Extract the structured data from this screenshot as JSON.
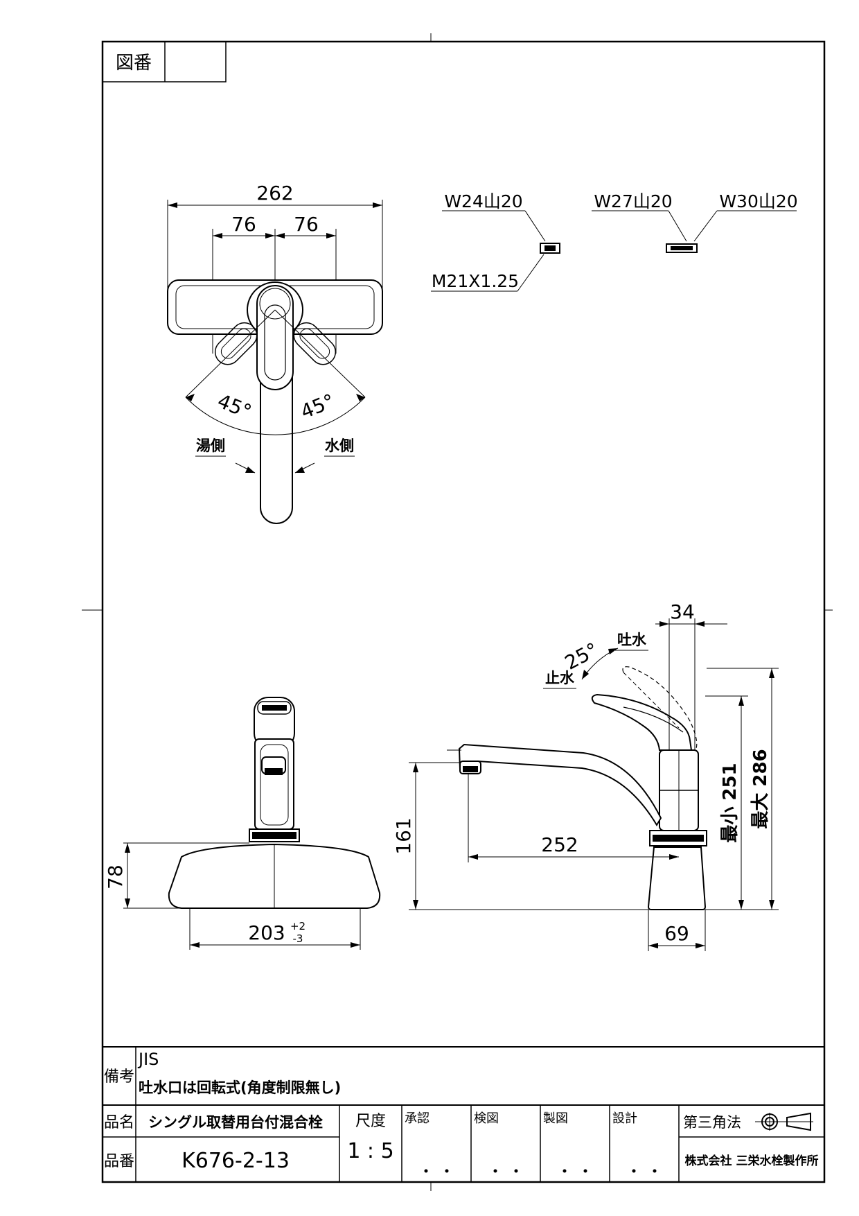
{
  "drawing_no_label": "図番",
  "drawing_no_value": "",
  "dims": {
    "width_total": "262",
    "left_76": "76",
    "right_76": "76",
    "angle_left": "45°",
    "angle_right": "45°",
    "hot_side": "湯側",
    "cold_side": "水側",
    "nut_w24": "W24山20",
    "nut_m21": "M21X1.25",
    "nut_w27": "W27山20",
    "nut_w30": "W30山20",
    "top_34": "34",
    "lever_angle": "25°",
    "outlet_label": "吐水",
    "stop_label": "止水",
    "spout_161": "161",
    "spout_252": "252",
    "min_251": "最小 251",
    "max_286": "最大 286",
    "base_69": "69",
    "base_78": "78",
    "base_203": "203",
    "tol_plus": "+2",
    "tol_minus": "-3"
  },
  "titleblock": {
    "remarks_label": "備考",
    "remarks_line1": "JIS",
    "remarks_line2": "吐水口は回転式(角度制限無し)",
    "name_label": "品名",
    "name_value": "シングル取替用台付混合栓",
    "scale_label": "尺度",
    "scale_value": "1 : 5",
    "approve_label": "承認",
    "check_label": "検図",
    "draw_label": "製図",
    "design_label": "設計",
    "projection_label": "第三角法",
    "number_label": "品番",
    "number_value": "K676-2-13",
    "company": "株式会社 三栄水栓製作所"
  }
}
